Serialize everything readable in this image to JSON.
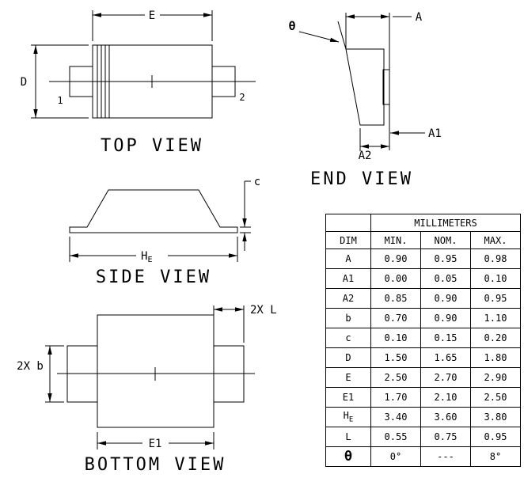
{
  "drawing": {
    "background": "#ffffff",
    "line_color": "#000000",
    "views": {
      "top": {
        "title": "TOP VIEW",
        "dim_e": "E",
        "dim_d": "D",
        "pin1": "1",
        "pin2": "2"
      },
      "end": {
        "title": "END VIEW",
        "dim_theta": "θ",
        "dim_a": "A",
        "dim_a1": "A1",
        "dim_a2": "A2"
      },
      "side": {
        "title": "SIDE VIEW",
        "dim_c": "c",
        "dim_he_main": "H",
        "dim_he_sub": "E"
      },
      "bottom": {
        "title": "BOTTOM VIEW",
        "dim_2xl": "2X L",
        "dim_2xb": "2X b",
        "dim_e1": "E1"
      }
    }
  },
  "table": {
    "unit_header": "MILLIMETERS",
    "columns": {
      "dim": "DIM",
      "min": "MIN.",
      "nom": "NOM.",
      "max": "MAX."
    },
    "rows": [
      {
        "dim": "A",
        "min": "0.90",
        "nom": "0.95",
        "max": "0.98"
      },
      {
        "dim": "A1",
        "min": "0.00",
        "nom": "0.05",
        "max": "0.10"
      },
      {
        "dim": "A2",
        "min": "0.85",
        "nom": "0.90",
        "max": "0.95"
      },
      {
        "dim": "b",
        "min": "0.70",
        "nom": "0.90",
        "max": "1.10"
      },
      {
        "dim": "c",
        "min": "0.10",
        "nom": "0.15",
        "max": "0.20"
      },
      {
        "dim": "D",
        "min": "1.50",
        "nom": "1.65",
        "max": "1.80"
      },
      {
        "dim": "E",
        "min": "2.50",
        "nom": "2.70",
        "max": "2.90"
      },
      {
        "dim": "E1",
        "min": "1.70",
        "nom": "2.10",
        "max": "2.50"
      },
      {
        "dim": "H",
        "dim_sub": "E",
        "min": "3.40",
        "nom": "3.60",
        "max": "3.80"
      },
      {
        "dim": "L",
        "min": "0.55",
        "nom": "0.75",
        "max": "0.95"
      },
      {
        "dim": "θ",
        "min": "0°",
        "nom": "---",
        "max": "8°"
      }
    ]
  }
}
